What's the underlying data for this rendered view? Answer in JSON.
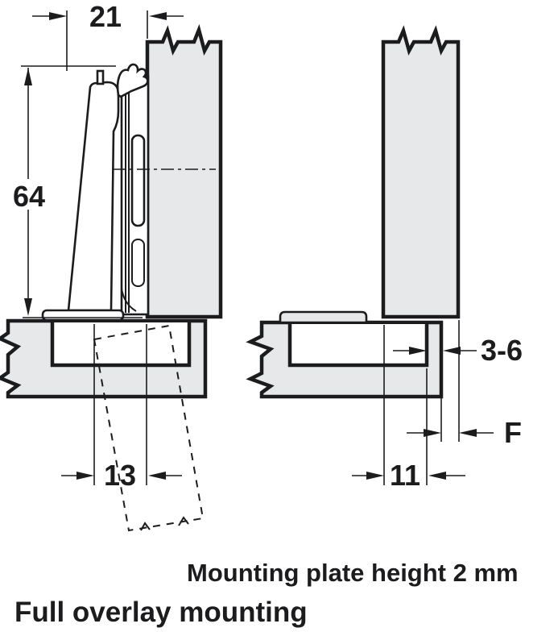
{
  "diagram": {
    "title": "Full overlay mounting",
    "note": "Mounting plate height 2 mm",
    "colors": {
      "line": "#1c1c1e",
      "panel_fill": "#e7e8ea",
      "background": "#ffffff"
    },
    "left_view": {
      "name": "hinge cross-section on cabinet side panel",
      "dims": {
        "top_inset": "21",
        "hinge_height": "64",
        "cup_distance": "13"
      }
    },
    "right_view": {
      "name": "mounting plate position section",
      "dims": {
        "edge_gap": "3-6",
        "overlay": "F",
        "plate_distance": "11"
      }
    }
  }
}
